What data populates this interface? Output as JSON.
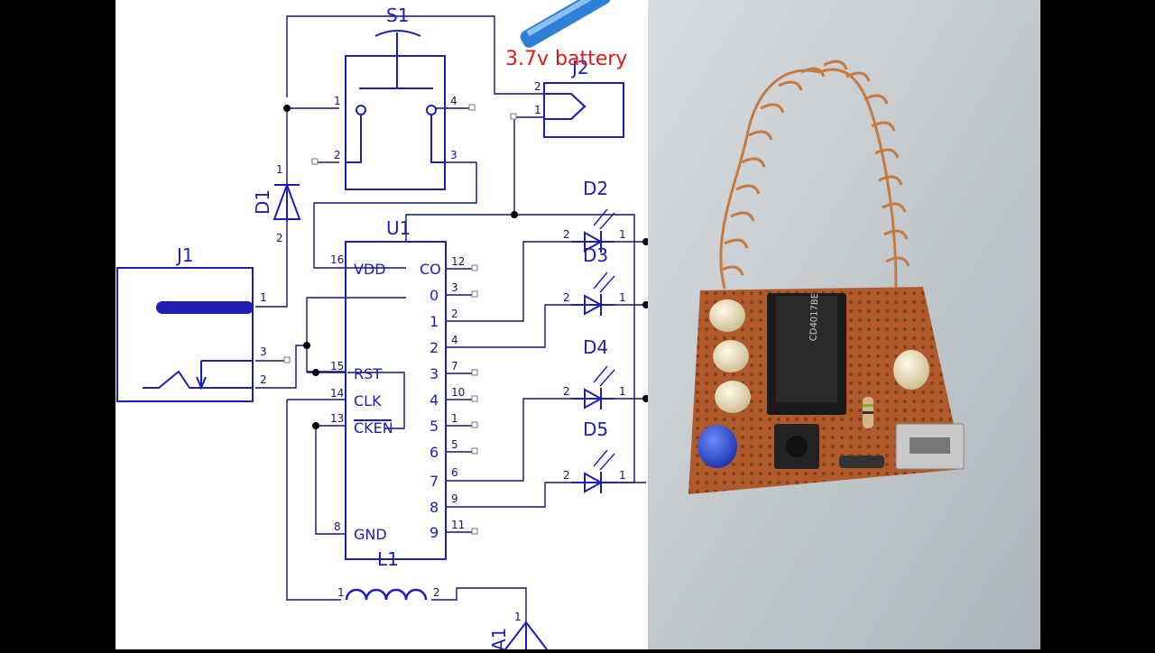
{
  "colors": {
    "wire": "#141470",
    "symbol": "#1e1eb4",
    "junction": "#000000",
    "annotation": "#e01818",
    "board": "#b05a2c",
    "copper": "#c77a40"
  },
  "annotation": {
    "battery_text": "3.7v battery"
  },
  "refs": {
    "s1": "S1",
    "j1": "J1",
    "j2": "J2",
    "d1": "D1",
    "d2": "D2",
    "d3": "D3",
    "d4": "D4",
    "d5": "D5",
    "u1": "U1",
    "l1": "L1",
    "a1": "A1"
  },
  "pins": {
    "s1_1": "1",
    "s1_2": "2",
    "s1_3": "3",
    "s1_4": "4",
    "j2_1": "1",
    "j2_2": "2",
    "d1_1": "1",
    "d1_2": "2",
    "j1_1": "1",
    "j1_2": "2",
    "j1_3": "3",
    "d2_1": "1",
    "d2_2": "2",
    "d3_1": "1",
    "d3_2": "2",
    "d4_1": "1",
    "d4_2": "2",
    "d5_1": "1",
    "d5_2": "2",
    "u_16": "16",
    "u_15": "15",
    "u_14": "14",
    "u_13": "13",
    "u_8": "8",
    "u_12": "12",
    "u_3": "3",
    "u_2": "2",
    "u_4": "4",
    "u_7": "7",
    "u_10": "10",
    "u_1": "1",
    "u_5": "5",
    "u_6": "6",
    "u_9": "9",
    "u_11": "11",
    "l1_1": "1",
    "l1_2": "2",
    "a1_1": "1"
  },
  "ic_labels": {
    "vdd": "VDD",
    "rst": "RST",
    "clk": "CLK",
    "cken": "CKEN",
    "gnd": "GND",
    "co": "CO",
    "q0": "0",
    "q1": "1",
    "q2": "2",
    "q3": "3",
    "q4": "4",
    "q5": "5",
    "q6": "6",
    "q7": "7",
    "q8": "8",
    "q9": "9"
  },
  "photo": {
    "chip_marking": "CD4017BE",
    "components": [
      "copper-coil-antenna",
      "clear-led",
      "blue-led",
      "tactile-switch",
      "resistor",
      "micro-usb-port",
      "dip-ic"
    ]
  }
}
